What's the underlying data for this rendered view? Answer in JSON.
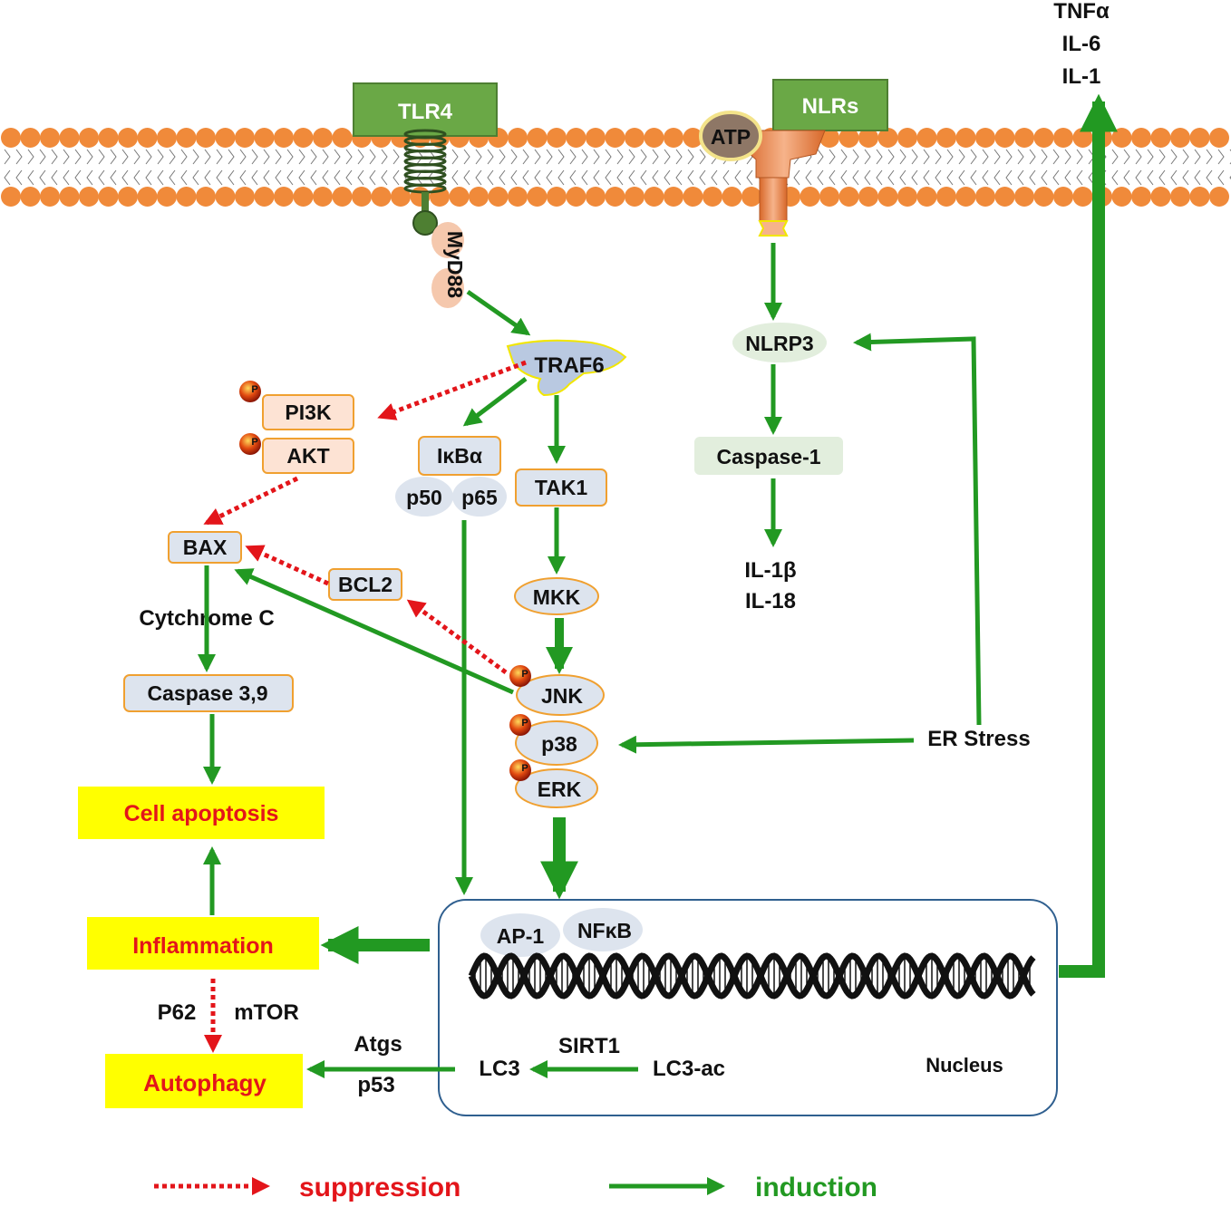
{
  "receptors": {
    "tlr4": "TLR4",
    "nlrs": "NLRs",
    "atp": "ATP",
    "myd88": "MyD88"
  },
  "nodes": {
    "traf6": "TRAF6",
    "pi3k": "PI3K",
    "akt": "AKT",
    "ikba": "IκBα",
    "p50": "p50",
    "p65": "p65",
    "tak1": "TAK1",
    "mkk": "MKK",
    "jnk": "JNK",
    "p38": "p38",
    "erk": "ERK",
    "bax": "BAX",
    "bcl2": "BCL2",
    "cytochrome_c": "Cytchrome  C",
    "caspase39": "Caspase 3,9",
    "nlrp3": "NLRP3",
    "caspase1": "Caspase-1",
    "il1b": "IL-1β",
    "il18": "IL-18",
    "er_stress": "ER Stress",
    "tnfa": "TNFα",
    "il6": "IL-6",
    "il1": "IL-1"
  },
  "phospho_label": "P",
  "outcomes": {
    "apoptosis": "Cell apoptosis",
    "inflammation": "Inflammation",
    "autophagy": "Autophagy"
  },
  "autophagy_mediators": {
    "p62": "P62",
    "mtor": "mTOR"
  },
  "nucleus": {
    "label": "Nucleus",
    "ap1": "AP-1",
    "nfkb": "NFκB",
    "sirt1": "SIRT1",
    "lc3": "LC3",
    "lc3ac": "LC3-ac"
  },
  "autophagy_inputs": {
    "atgs": "Atgs",
    "p53": "p53"
  },
  "legend": {
    "suppression": "suppression",
    "induction": "induction"
  },
  "colors": {
    "membrane": "#f08a3a",
    "induction": "#229922",
    "suppression": "#e3151a",
    "receptor_box": "#6aa846",
    "highlight": "#ffff00",
    "node_fill": "#dde4ee",
    "node_border": "#f0a030",
    "pi3k_fill": "#fde3d4",
    "nlrp3_fill": "#e2eedd",
    "nucleus_border": "#2f5f8f"
  }
}
